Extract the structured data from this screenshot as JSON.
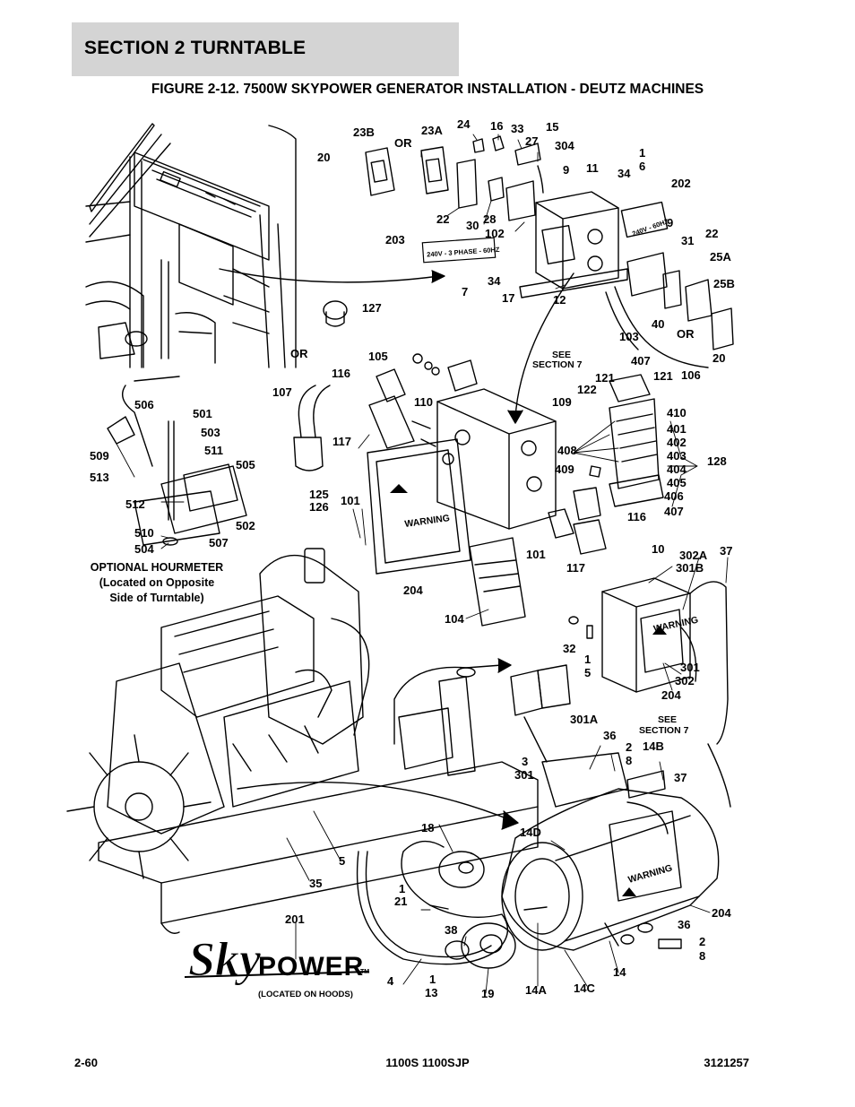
{
  "header": {
    "section": "SECTION 2   TURNTABLE"
  },
  "figure": {
    "title": "FIGURE 2-12. 7500W SKYPOWER GENERATOR INSTALLATION - DEUTZ MACHINES"
  },
  "labels": {
    "l23b": "23B",
    "or1": "OR",
    "l23a": "23A",
    "l24": "24",
    "l16": "16",
    "l33": "33",
    "l15": "15",
    "l27": "27",
    "l304": "304",
    "l1_6a": "1",
    "l1_6b": "6",
    "l20a": "20",
    "l9a": "9",
    "l11": "11",
    "l34a": "34",
    "l202": "202",
    "l22a": "22",
    "l30": "30",
    "l28": "28",
    "l102": "102",
    "l9b": "9",
    "l31": "31",
    "l22b": "22",
    "l203": "203",
    "l25a": "25A",
    "l25b": "25B",
    "l7": "7",
    "l34b": "34",
    "l17": "17",
    "l12": "12",
    "l40": "40",
    "or2": "OR",
    "l103": "103",
    "l20b": "20",
    "l127": "127",
    "or3": "OR",
    "l105": "105",
    "see7a_1": "SEE",
    "see7a_2": "SECTION 7",
    "l407a": "407",
    "l121a": "121",
    "l121b": "121",
    "l106": "106",
    "l116a": "116",
    "l107": "107",
    "l122": "122",
    "l110": "110",
    "l109": "109",
    "l410": "410",
    "l506": "506",
    "l501": "501",
    "l401": "401",
    "l503": "503",
    "l402": "402",
    "l117a": "117",
    "l408": "408",
    "l403": "403",
    "l511": "511",
    "l509": "509",
    "l505": "505",
    "l128": "128",
    "l404": "404",
    "l513": "513",
    "l409": "409",
    "l405": "405",
    "l406": "406",
    "l125": "125",
    "l126": "126",
    "l101a": "101",
    "l512": "512",
    "l407b": "407",
    "l116b": "116",
    "l502": "502",
    "l510": "510",
    "l507": "507",
    "l504": "504",
    "l101b": "101",
    "l117b": "117",
    "l10": "10",
    "l302a": "302A",
    "l37a": "37",
    "l301b": "301B",
    "l204a": "204",
    "l104": "104",
    "l32": "32",
    "l1_5a": "1",
    "l1_5b": "5",
    "l301": "301",
    "l302": "302",
    "l204b": "204",
    "l301a": "301A",
    "see7b_1": "SEE",
    "see7b_2": "SECTION 7",
    "l36a": "36",
    "l2_8a": "2",
    "l2_8b": "8",
    "l14b": "14B",
    "l3": "3",
    "l301c": "301",
    "l37b": "37",
    "l18": "18",
    "l14d": "14D",
    "l5": "5",
    "l35": "35",
    "l1_21a": "1",
    "l1_21b": "21",
    "l201": "201",
    "l204c": "204",
    "l36b": "36",
    "l38": "38",
    "l2_8c": "2",
    "l2_8d": "8",
    "l4": "4",
    "l1_13a": "1",
    "l1_13b": "13",
    "l19": "19",
    "l14a": "14A",
    "l14c": "14C",
    "l14": "14"
  },
  "hourmeter_note": {
    "line1": "OPTIONAL HOURMETER",
    "line2": "(Located on Opposite",
    "line3": "Side of Turntable)"
  },
  "decals": {
    "phase_decal": "240V - 3 PHASE - 60HZ",
    "hz_decal": "240V - 60HZ",
    "warning": "WARNING",
    "logo_note": "(LOCATED ON HOODS)",
    "logo_sky": "Sky",
    "logo_power": "POWER",
    "logo_tm": "TM"
  },
  "footer": {
    "page": "2-60",
    "model": "1100S 1100SJP",
    "doc": "3121257"
  }
}
